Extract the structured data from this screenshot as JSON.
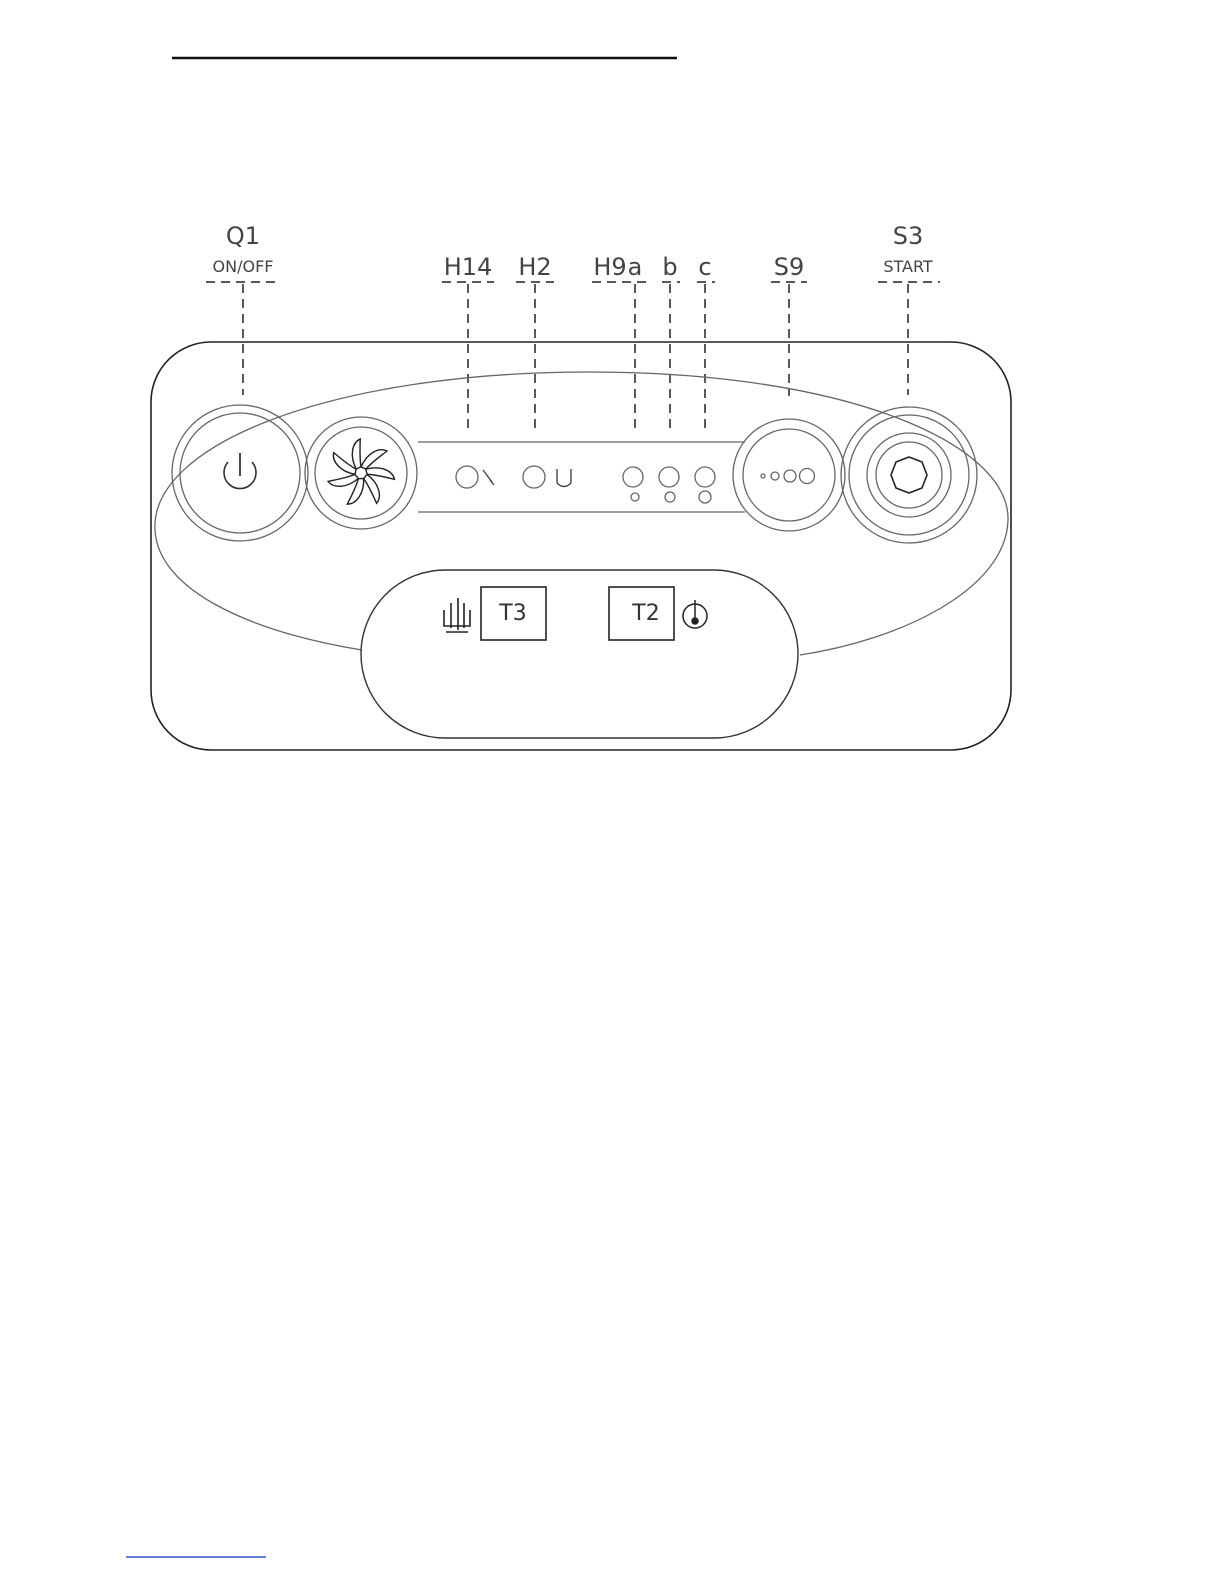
{
  "callouts": {
    "q1": {
      "id": "Q1",
      "sub": "ON/OFF"
    },
    "h14": {
      "id": "H14"
    },
    "h2": {
      "id": "H2"
    },
    "h9": {
      "id": "H9"
    },
    "h9a": {
      "id": "a"
    },
    "h9b": {
      "id": "b"
    },
    "h9c": {
      "id": "c"
    },
    "s9": {
      "id": "S9"
    },
    "s3": {
      "id": "S3",
      "sub": "START"
    }
  },
  "lower_panel": {
    "t3": "T3",
    "t2": "T2"
  },
  "colors": {
    "line": "#111111",
    "label": "#444444",
    "footer_rule": "#3355cc"
  },
  "icons": [
    "power-icon",
    "fan-icon",
    "thermometer-icon",
    "fryer-basket-icon"
  ]
}
